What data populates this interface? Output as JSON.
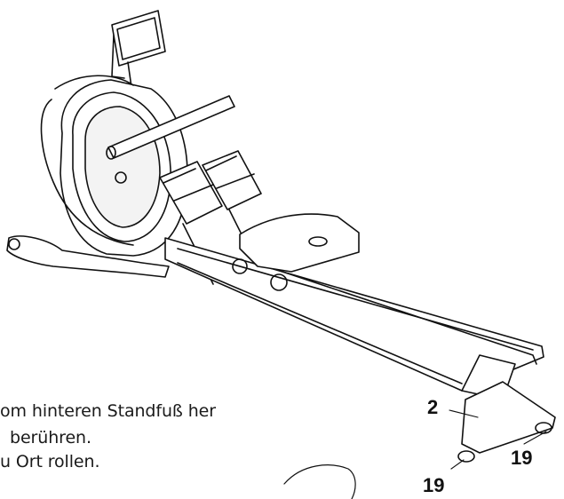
{
  "instructions": [
    "om hinteren Standfuß her",
    "berühren.",
    "u Ort rollen."
  ],
  "callouts": {
    "part_2": "2",
    "part_19_right": "19",
    "part_19_left": "19"
  }
}
